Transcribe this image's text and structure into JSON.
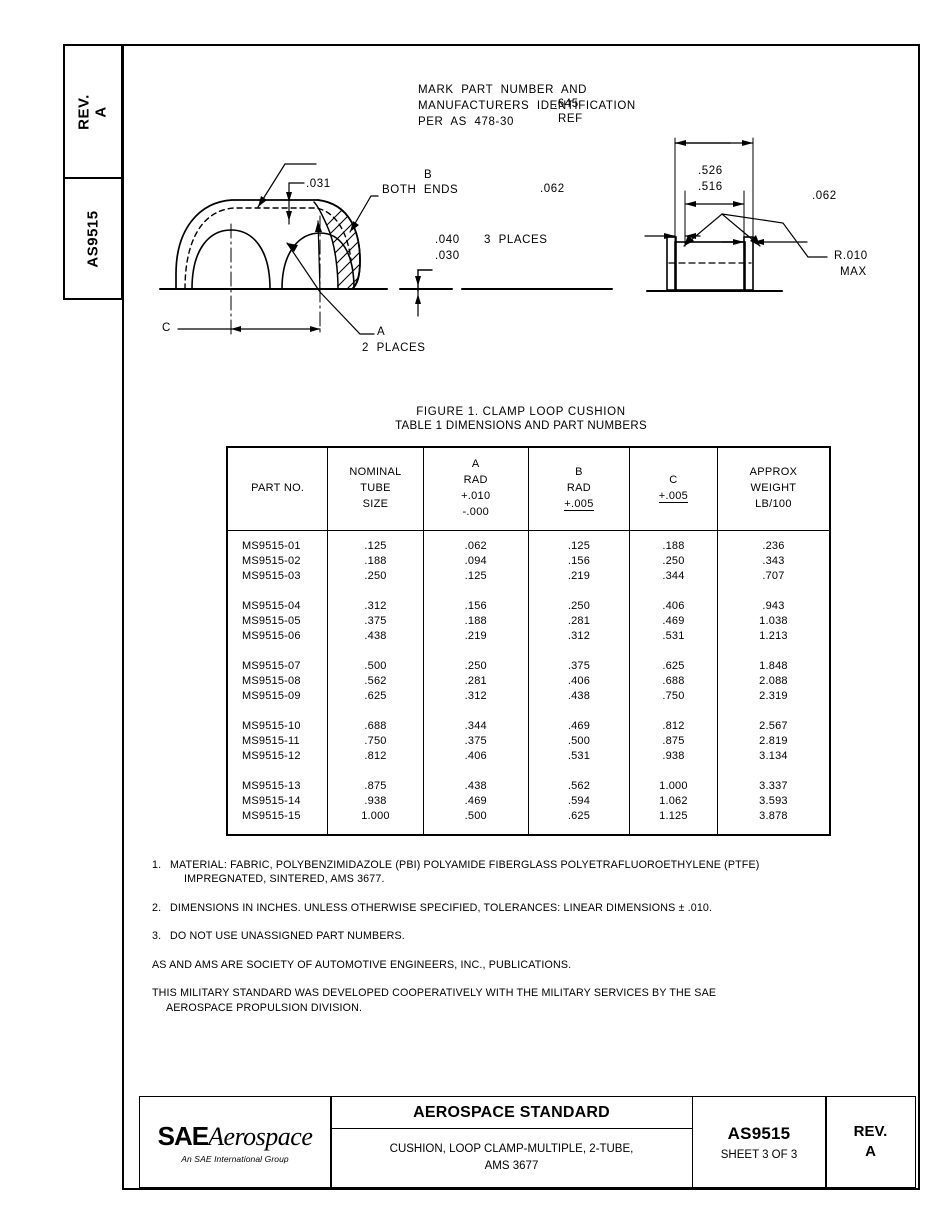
{
  "sidebar_stubs": {
    "revision": "REV.\nA",
    "revision_label": "REV.",
    "revision_value": "A",
    "standard_number": "AS9515"
  },
  "drawing": {
    "figure_caption": "FIGURE 1.  CLAMP LOOP CUSHION",
    "annotations": {
      "mark_note_line1": "MARK  PART  NUMBER  AND",
      "mark_note_line2": "MANUFACTURERS  IDENTIFICATION",
      "mark_note_line3": "PER  AS  478-30",
      "thickness": ".031",
      "b_label": "B",
      "both_ends": "BOTH  ENDS",
      "gap_upper": ".040",
      "gap_lower": ".030",
      "three_places": "3  PLACES",
      "a_label": "A",
      "two_places": "2  PLACES",
      "c_label": "C",
      "width_ref": ".645",
      "width_ref_sub": "REF",
      "inner_upper": ".526",
      "inner_lower": ".516",
      "left_flange": ".062",
      "right_flange": ".062",
      "radius": "R.010",
      "radius_sub": "MAX"
    }
  },
  "table": {
    "title": "TABLE 1  DIMENSIONS AND PART NUMBERS",
    "headers": [
      {
        "lines": [
          "PART NO."
        ]
      },
      {
        "lines": [
          "NOMINAL",
          "TUBE",
          "SIZE"
        ]
      },
      {
        "lines": [
          "A",
          "RAD",
          "+.010",
          "-.000"
        ]
      },
      {
        "lines": [
          "B",
          "RAD",
          "+.005"
        ]
      },
      {
        "lines": [
          "C",
          "+.005"
        ]
      },
      {
        "lines": [
          "APPROX",
          "WEIGHT",
          "LB/100"
        ]
      }
    ],
    "groups": [
      [
        [
          "MS9515-01",
          ".125",
          ".062",
          ".125",
          ".188",
          ".236"
        ],
        [
          "MS9515-02",
          ".188",
          ".094",
          ".156",
          ".250",
          ".343"
        ],
        [
          "MS9515-03",
          ".250",
          ".125",
          ".219",
          ".344",
          ".707"
        ]
      ],
      [
        [
          "MS9515-04",
          ".312",
          ".156",
          ".250",
          ".406",
          ".943"
        ],
        [
          "MS9515-05",
          ".375",
          ".188",
          ".281",
          ".469",
          "1.038"
        ],
        [
          "MS9515-06",
          ".438",
          ".219",
          ".312",
          ".531",
          "1.213"
        ]
      ],
      [
        [
          "MS9515-07",
          ".500",
          ".250",
          ".375",
          ".625",
          "1.848"
        ],
        [
          "MS9515-08",
          ".562",
          ".281",
          ".406",
          ".688",
          "2.088"
        ],
        [
          "MS9515-09",
          ".625",
          ".312",
          ".438",
          ".750",
          "2.319"
        ]
      ],
      [
        [
          "MS9515-10",
          ".688",
          ".344",
          ".469",
          ".812",
          "2.567"
        ],
        [
          "MS9515-11",
          ".750",
          ".375",
          ".500",
          ".875",
          "2.819"
        ],
        [
          "MS9515-12",
          ".812",
          ".406",
          ".531",
          ".938",
          "3.134"
        ]
      ],
      [
        [
          "MS9515-13",
          ".875",
          ".438",
          ".562",
          "1.000",
          "3.337"
        ],
        [
          "MS9515-14",
          ".938",
          ".469",
          ".594",
          "1.062",
          "3.593"
        ],
        [
          "MS9515-15",
          "1.000",
          ".500",
          ".625",
          "1.125",
          "3.878"
        ]
      ]
    ]
  },
  "notes": {
    "items": [
      {
        "num": "1.",
        "line1": "MATERIAL:  FABRIC, POLYBENZIMIDAZOLE (PBI) POLYAMIDE FIBERGLASS POLYETRAFLUOROETHYLENE (PTFE)",
        "line2": "IMPREGNATED, SINTERED,   AMS 3677."
      },
      {
        "num": "2.",
        "line1": "DIMENSIONS IN INCHES.  UNLESS OTHERWISE SPECIFIED, TOLERANCES:  LINEAR DIMENSIONS ± .010.",
        "line2": ""
      },
      {
        "num": "3.",
        "line1": "DO NOT USE UNASSIGNED PART NUMBERS.",
        "line2": ""
      }
    ],
    "statement_1": "AS AND AMS ARE SOCIETY OF AUTOMOTIVE ENGINEERS, INC., PUBLICATIONS.",
    "statement_2_line1": "THIS MILITARY STANDARD WAS DEVELOPED COOPERATIVELY WITH THE MILITARY SERVICES BY THE SAE",
    "statement_2_line2": "AEROSPACE PROPULSION DIVISION."
  },
  "title_block": {
    "logo_mark": "SAE",
    "logo_word": "Aerospace",
    "logo_tagline": "An SAE International Group",
    "doc_type": "AEROSPACE STANDARD",
    "description_line1": "CUSHION, LOOP CLAMP-MULTIPLE, 2-TUBE,",
    "description_line2": "AMS 3677",
    "doc_number": "AS9515",
    "sheet": "SHEET 3 OF 3",
    "rev_label": "REV.",
    "rev_value": "A"
  },
  "colors": {
    "ink": "#000000",
    "paper": "#ffffff"
  }
}
